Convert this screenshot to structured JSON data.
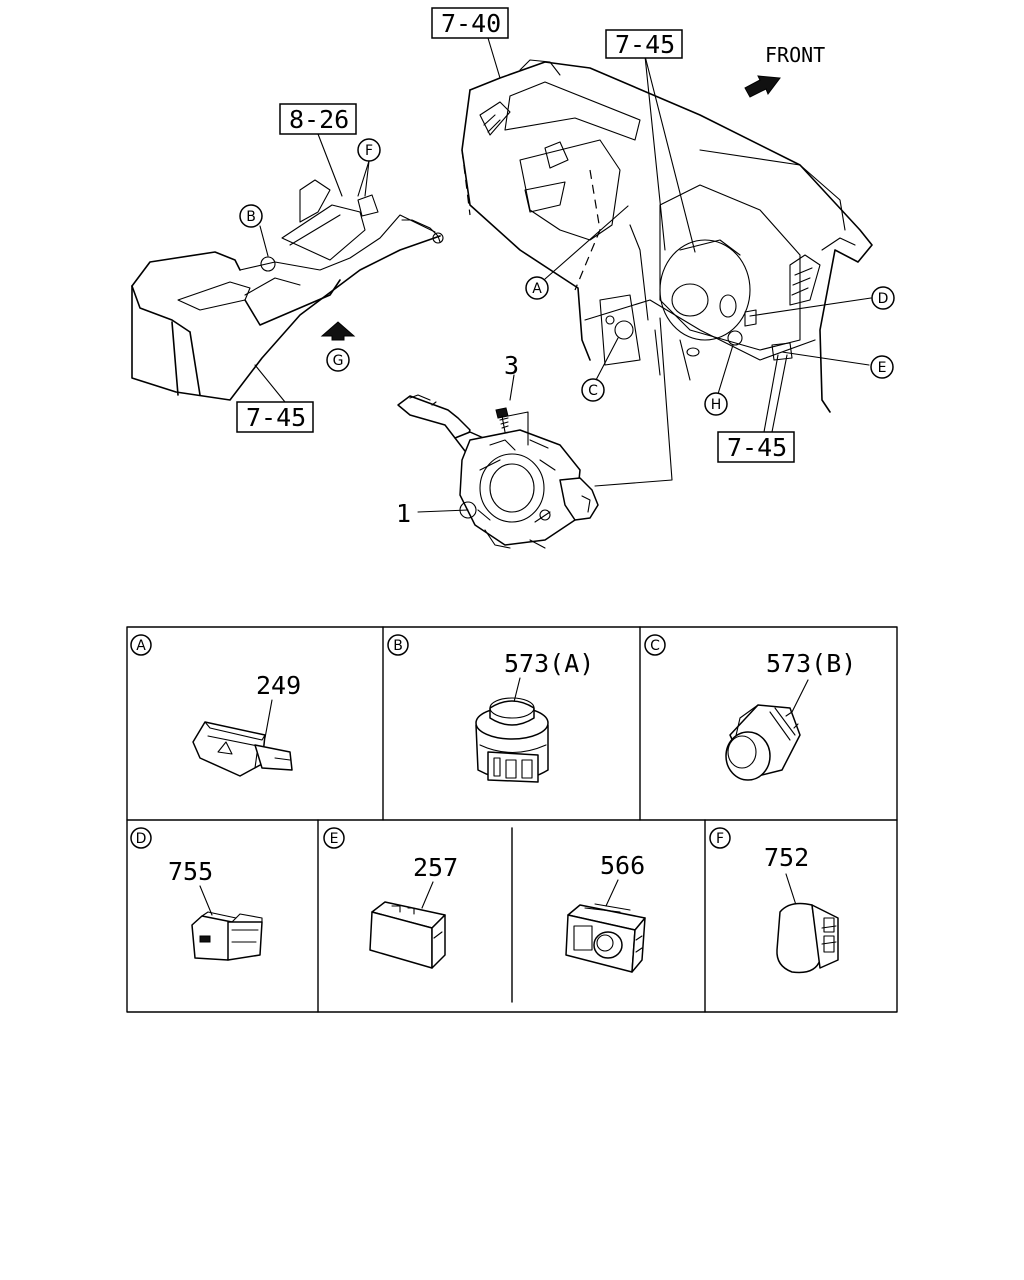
{
  "refs": {
    "r740": "7-40",
    "r745_top": "7-45",
    "r826": "8-26",
    "r745_left": "7-45",
    "r745_right": "7-45"
  },
  "front": "FRONT",
  "callouts": {
    "A": "A",
    "B": "B",
    "C": "C",
    "D": "D",
    "E": "E",
    "F": "F",
    "G": "G",
    "H": "H"
  },
  "parts": {
    "p1": "1",
    "p3": "3"
  },
  "panels": {
    "A": {
      "letter": "A",
      "part": "249"
    },
    "B": {
      "letter": "B",
      "part": "573(A)"
    },
    "C": {
      "letter": "C",
      "part": "573(B)"
    },
    "D": {
      "letter": "D",
      "part": "755"
    },
    "E": {
      "letter": "E",
      "part_left": "257",
      "part_right": "566"
    },
    "F": {
      "letter": "F",
      "part": "752"
    }
  }
}
